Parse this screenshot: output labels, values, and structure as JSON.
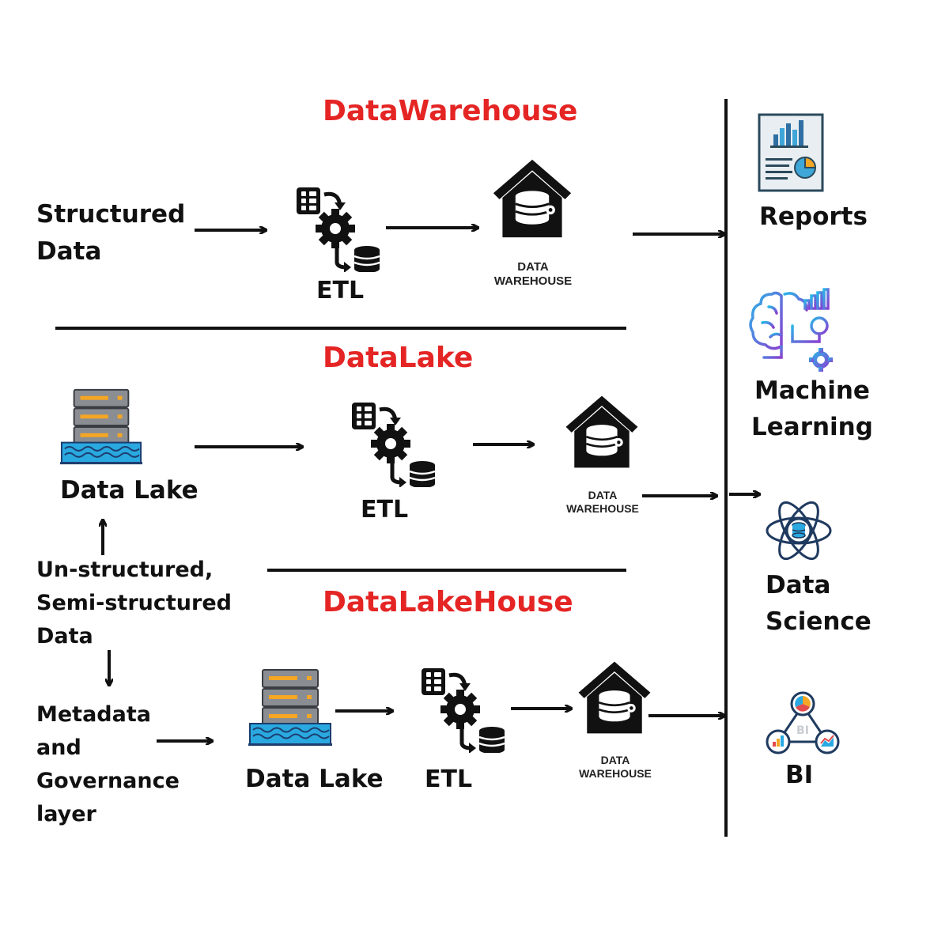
{
  "titles": {
    "warehouse": "DataWarehouse",
    "lake": "DataLake",
    "lakehouse": "DataLakeHouse"
  },
  "warehouse_section": {
    "source_line1": "Structured",
    "source_line2": "Data",
    "etl_label": "ETL",
    "wh_caption_line1": "DATA",
    "wh_caption_line2": "WAREHOUSE"
  },
  "lake_section": {
    "lake_label": "Data Lake",
    "etl_label": "ETL",
    "wh_caption_line1": "DATA",
    "wh_caption_line2": "WAREHOUSE",
    "source_line1": "Un-structured,",
    "source_line2": "Semi-structured",
    "source_line3": "Data"
  },
  "lakehouse_section": {
    "meta_line1": "Metadata",
    "meta_line2": "and",
    "meta_line3": "Governance",
    "meta_line4": "layer",
    "lake_label": "Data Lake",
    "etl_label": "ETL",
    "wh_caption_line1": "DATA",
    "wh_caption_line2": "WAREHOUSE"
  },
  "consumers": {
    "reports": "Reports",
    "ml_line1": "Machine",
    "ml_line2": "Learning",
    "ds_line1": "Data",
    "ds_line2": "Science",
    "bi": "BI"
  },
  "icons": {
    "etl": "etl-icon",
    "warehouse": "data-warehouse-icon",
    "lake": "data-lake-server-icon",
    "reports": "report-icon",
    "ml": "machine-learning-brain-icon",
    "ds": "data-science-atom-icon",
    "bi": "bi-network-icon"
  },
  "colors": {
    "title_red": "#e42524",
    "text": "#111111",
    "lake_water": "#29a9e0",
    "server_orange": "#f5a623"
  }
}
